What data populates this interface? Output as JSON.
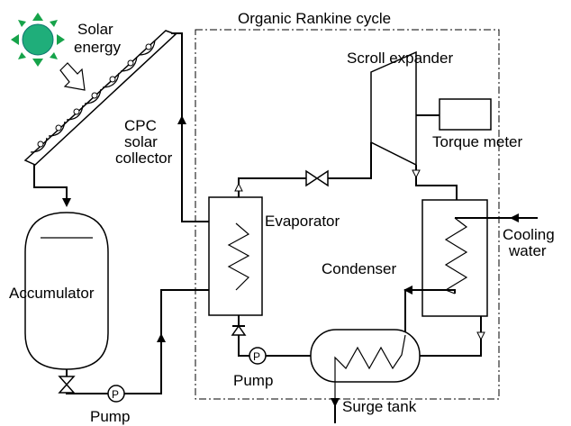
{
  "labels": {
    "solar_energy_line1": "Solar",
    "solar_energy_line2": "energy",
    "cpc_line1": "CPC",
    "cpc_line2": "solar",
    "cpc_line3": "collector",
    "orc_title": "Organic Rankine cycle",
    "scroll_expander": "Scroll expander",
    "torque_meter": "Torque meter",
    "evaporator": "Evaporator",
    "condenser": "Condenser",
    "cooling_water_line1": "Cooling",
    "cooling_water_line2": "water",
    "accumulator": "Accumulator",
    "pump_left": "Pump",
    "pump_right": "Pump",
    "surge_tank": "Surge tank",
    "pump_symbol": "P"
  },
  "colors": {
    "sun_fill": "#1fae7a",
    "sun_rays": "#16a34a",
    "line": "#000000",
    "arrow_hollow": "#ffffff"
  }
}
